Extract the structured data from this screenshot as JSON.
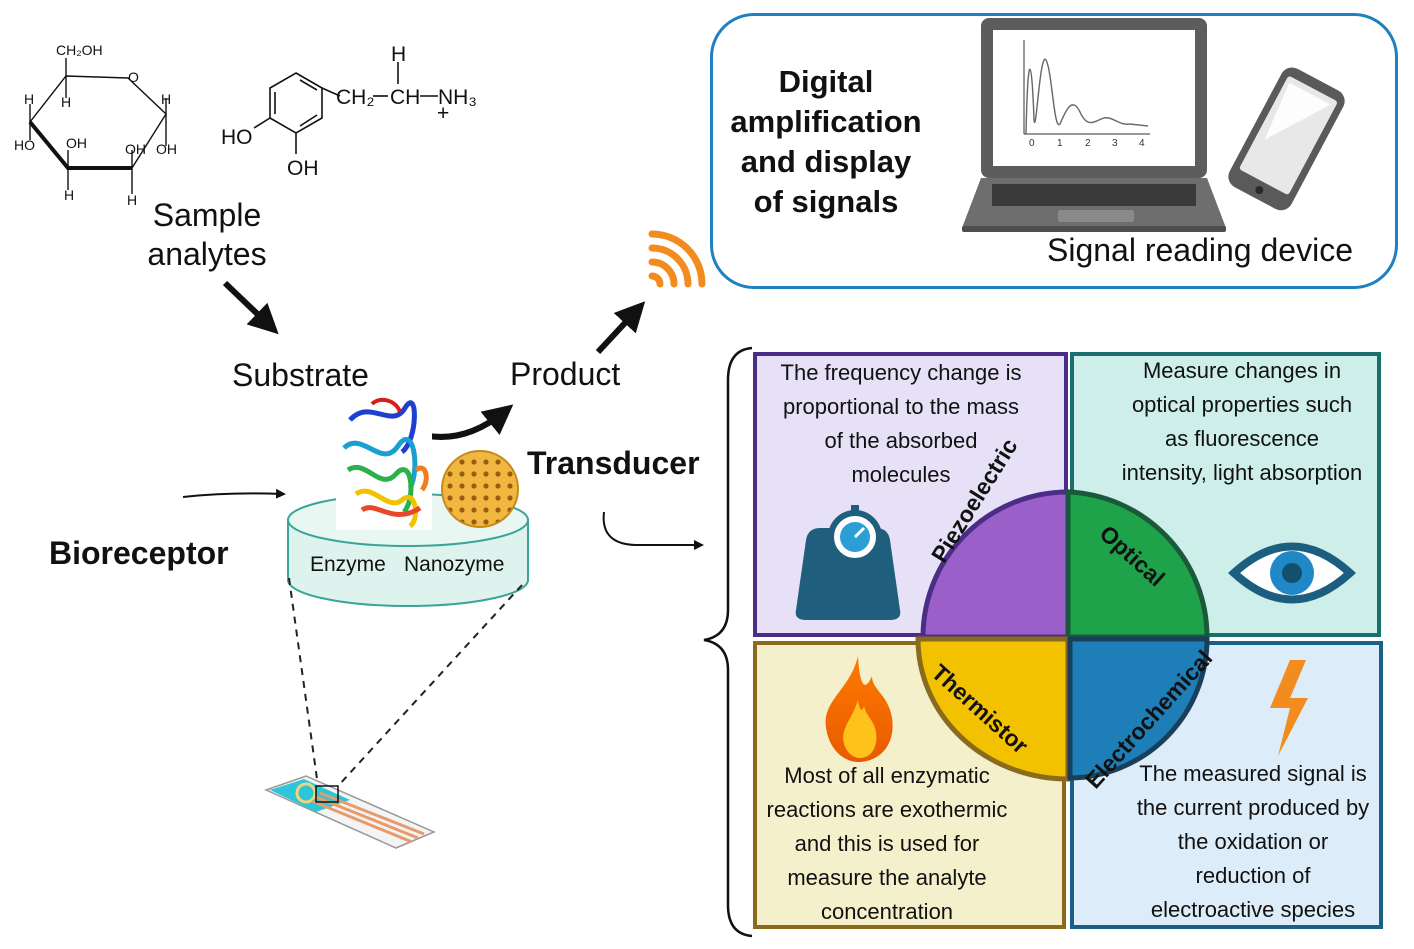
{
  "analytes": {
    "glucose": {
      "ch2oh": "CH₂OH",
      "o": "O",
      "h": "H",
      "oh": "OH",
      "ho": "HO"
    },
    "dopamine": {
      "ch2": "CH₂",
      "ch": "CH",
      "nh3": "NH₃",
      "plus": "+",
      "h": "H",
      "ho": "HO",
      "oh": "OH"
    },
    "label_line1": "Sample",
    "label_line2": "analytes"
  },
  "substrate_label": "Substrate",
  "product_label": "Product",
  "transducer_label": "Transducer",
  "bioreceptor_label": "Bioreceptor",
  "bioreceptor_disc": {
    "enzyme": "Enzyme",
    "nanozyme": "Nanozyme"
  },
  "device": {
    "title_lines": [
      "Digital",
      "amplification",
      "and display",
      "of signals"
    ],
    "label": "Signal reading device",
    "plot_ticks": [
      "0",
      "1",
      "2",
      "3",
      "4"
    ]
  },
  "transducers": {
    "piezoelectric": {
      "name": "Piezoelectric",
      "description_lines": [
        "The frequency change is",
        "proportional to the mass",
        "of the absorbed",
        "molecules"
      ]
    },
    "optical": {
      "name": "Optical",
      "description_lines": [
        "Measure changes in",
        "optical properties such",
        "as fluorescence",
        "intensity, light absorption"
      ]
    },
    "thermistor": {
      "name": "Thermistor",
      "description_lines": [
        "Most of all enzymatic",
        "reactions are exothermic",
        "and this is used for",
        "measure the analyte",
        "concentration"
      ]
    },
    "electrochemical": {
      "name": "Electrochemical",
      "description_lines": [
        "The measured signal is",
        "the current produced by",
        "the oxidation or",
        "reduction of",
        "electroactive species"
      ]
    }
  },
  "colors": {
    "device_border": "#1f7fc1",
    "signal_orange": "#f28c1e",
    "piezo": "#9b5fc9",
    "optical": "#1fa34a",
    "thermistor": "#f2c200",
    "electrochemical": "#1e7fb8"
  }
}
